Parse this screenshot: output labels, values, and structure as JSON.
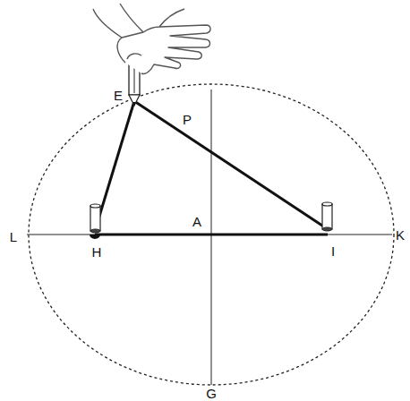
{
  "diagram": {
    "labels": [
      "E",
      "P",
      "L",
      "H",
      "A",
      "I",
      "K",
      "G"
    ]
  }
}
